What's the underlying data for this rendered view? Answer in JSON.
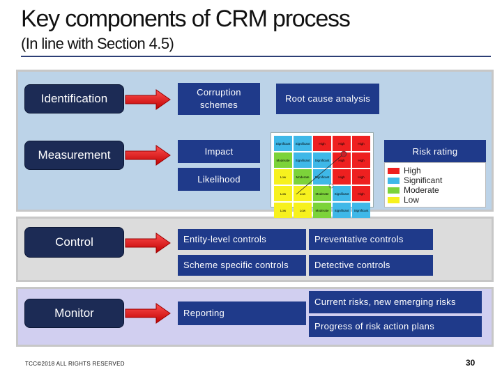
{
  "title": "Key components of CRM process",
  "subtitle": "(In line with Section 4.5)",
  "stages": {
    "identification": "Identification",
    "measurement": "Measurement",
    "control": "Control",
    "monitor": "Monitor"
  },
  "boxes": {
    "corruption_schemes": "Corruption schemes",
    "root_cause_analysis": "Root cause analysis",
    "impact": "Impact",
    "risk_rating": "Risk rating",
    "likelihood": "Likelihood",
    "entity_level_controls": "Entity-level controls",
    "preventative_controls": "Preventative controls",
    "scheme_specific_controls": "Scheme specific controls",
    "detective_controls": "Detective controls",
    "reporting": "Reporting",
    "current_risks": "Current risks, new emerging risks",
    "progress_of_risk_action_plans": "Progress of risk action plans"
  },
  "risk_matrix": {
    "rows": [
      [
        "Significant",
        "Significant",
        "High",
        "High",
        "High"
      ],
      [
        "Moderate",
        "Significant",
        "Significant",
        "High",
        "High"
      ],
      [
        "Low",
        "Moderate",
        "Significant",
        "High",
        "High"
      ],
      [
        "Low",
        "Low",
        "Moderate",
        "Significant",
        "High"
      ],
      [
        "Low",
        "Low",
        "Moderate",
        "Significant",
        "Significant"
      ]
    ]
  },
  "legend": [
    {
      "label": "High",
      "color": "#ee2020"
    },
    {
      "label": "Significant",
      "color": "#3fb8e8"
    },
    {
      "label": "Moderate",
      "color": "#7cd33a"
    },
    {
      "label": "Low",
      "color": "#f7f11e"
    }
  ],
  "colors": {
    "stage_bg": "#1c2b55",
    "box_bg": "#1f3a8a",
    "arrow": "#e8141b"
  },
  "footer": "TCC©2018 ALL RIGHTS RESERVED",
  "page_number": "30"
}
